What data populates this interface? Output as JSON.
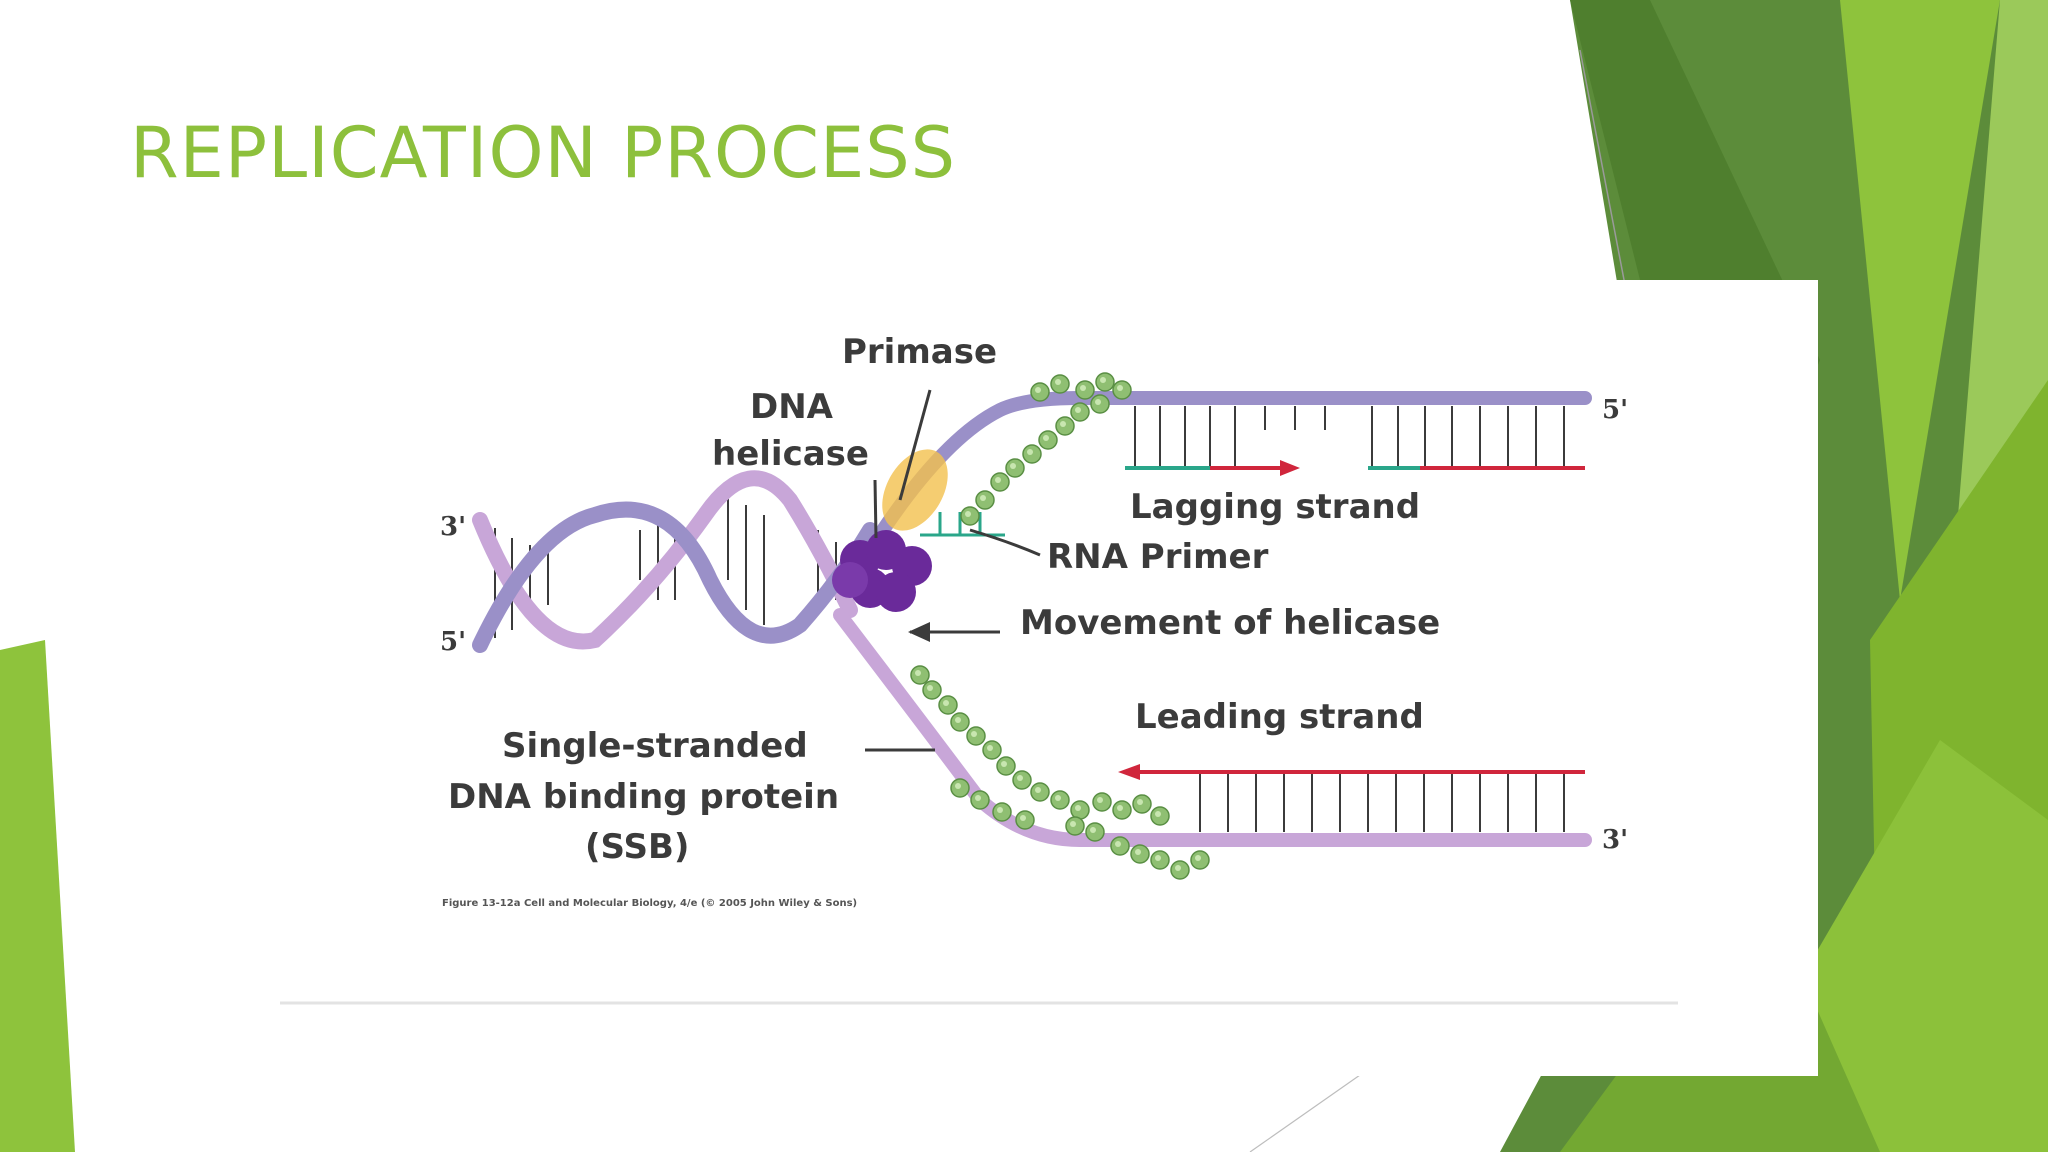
{
  "slide": {
    "title": "REPLICATION PROCESS"
  },
  "diagram": {
    "labels": {
      "primase": "Primase",
      "dna_helicase_line1": "DNA",
      "dna_helicase_line2": "helicase",
      "lagging_strand": "Lagging strand",
      "rna_primer": "RNA Primer",
      "movement_of_helicase": "Movement of helicase",
      "leading_strand": "Leading strand",
      "ssb_line1": "Single-stranded",
      "ssb_line2": "DNA binding protein",
      "ssb_line3": "(SSB)"
    },
    "strand_ends": {
      "top_left": "3'",
      "bottom_left": "5'",
      "top_right": "5'",
      "bottom_right": "3'"
    },
    "caption": "Figure 13-12a  Cell and Molecular Biology, 4/e (© 2005 John Wiley & Sons)"
  },
  "colors": {
    "title_green": "#8dc03c",
    "helix_purple": "#9a90c8",
    "helix_pink": "#c8a6d8",
    "helicase": "#6a2a9a",
    "primase": "#f2c14e",
    "ssb_green": "#8fbf72",
    "primer_teal": "#2aa68a",
    "new_dna_red": "#d0263c"
  }
}
